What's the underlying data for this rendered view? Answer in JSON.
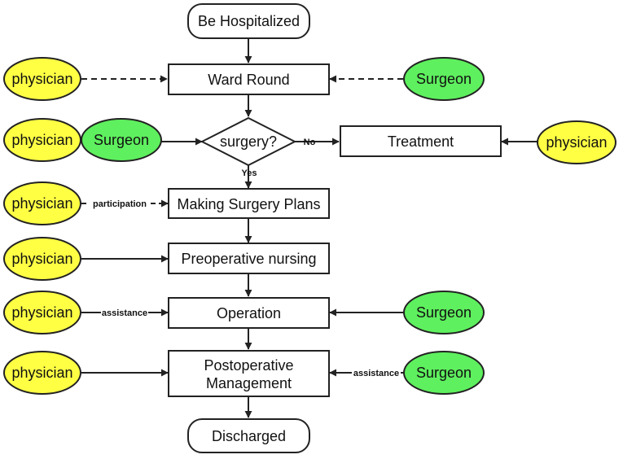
{
  "colors": {
    "physician_fill": "#ffff44",
    "surgeon_fill": "#5ef05e",
    "box_fill": "#ffffff",
    "stroke": "#222222"
  },
  "nodes": {
    "be_hospitalized": "Be Hospitalized",
    "ward_round": "Ward Round",
    "surgery_decision": "surgery?",
    "treatment": "Treatment",
    "making_surgery_plans": "Making Surgery Plans",
    "preoperative_nursing": "Preoperative nursing",
    "operation": "Operation",
    "postoperative_line1": "Postoperative",
    "postoperative_line2": "Management",
    "discharged": "Discharged"
  },
  "actors": {
    "physician": "physician",
    "surgeon": "Surgeon"
  },
  "edge_labels": {
    "no": "No",
    "yes": "Yes",
    "participation": "participation",
    "assistance": "assistance"
  }
}
